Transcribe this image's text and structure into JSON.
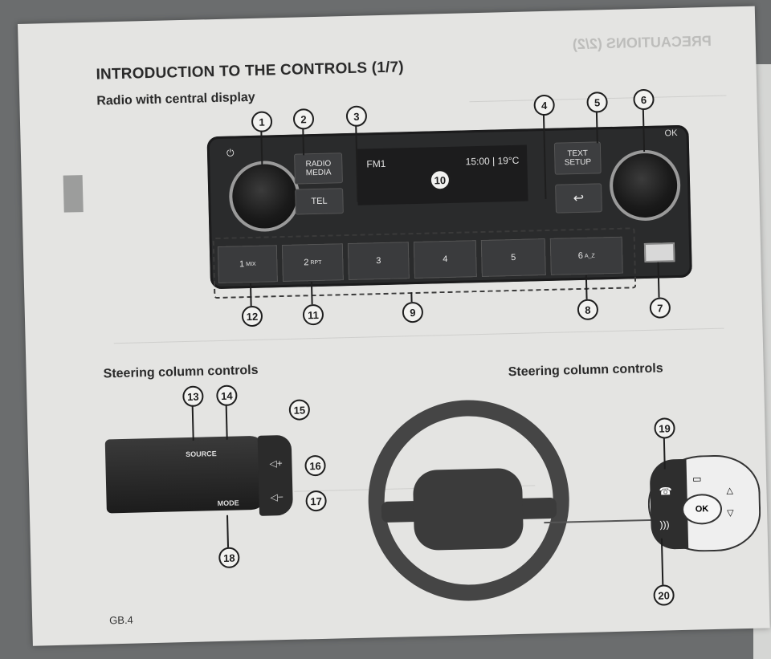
{
  "title": "INTRODUCTION TO THE CONTROLS (1/7)",
  "mirrored_header": "PRECAUTIONS (2/2)",
  "section_radio": "Radio with central display",
  "section_steering_left": "Steering column controls",
  "section_steering_right": "Steering column controls",
  "footer": "GB.4",
  "radio": {
    "btn_radio_media": "RADIO MEDIA",
    "btn_tel": "TEL",
    "btn_text_setup": "TEXT SETUP",
    "btn_back": "↩",
    "power_icon": "⏻",
    "ok_label": "OK",
    "display_band": "FM1",
    "display_status": "15:00 | 19°C",
    "presets": [
      {
        "num": "1",
        "sub": "MIX"
      },
      {
        "num": "2",
        "sub": "RPT"
      },
      {
        "num": "3",
        "sub": ""
      },
      {
        "num": "4",
        "sub": ""
      },
      {
        "num": "5",
        "sub": ""
      },
      {
        "num": "6",
        "sub": "A_Z"
      }
    ]
  },
  "stalk": {
    "source_label": "SOURCE",
    "mode_label": "MODE"
  },
  "pad": {
    "ok_label": "OK"
  },
  "callouts": [
    "1",
    "2",
    "3",
    "4",
    "5",
    "6",
    "7",
    "8",
    "9",
    "10",
    "11",
    "12",
    "13",
    "14",
    "15",
    "16",
    "17",
    "18",
    "19",
    "20"
  ]
}
